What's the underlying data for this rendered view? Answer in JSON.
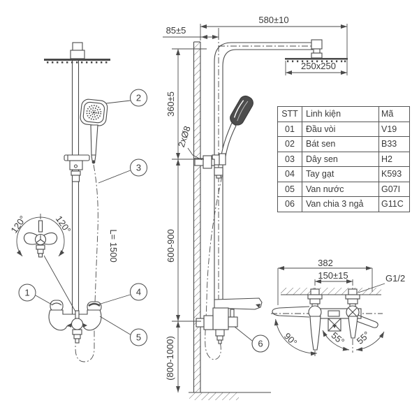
{
  "table": {
    "headers": [
      "STT",
      "Linh kiện",
      "Mã"
    ],
    "rows": [
      {
        "stt": "01",
        "part": "Đầu vòi",
        "code": "V19"
      },
      {
        "stt": "02",
        "part": "Bát sen",
        "code": "B33"
      },
      {
        "stt": "03",
        "part": "Dây sen",
        "code": "H2"
      },
      {
        "stt": "04",
        "part": "Tay gạt",
        "code": "K593"
      },
      {
        "stt": "05",
        "part": "Van nước",
        "code": "G07I"
      },
      {
        "stt": "06",
        "part": "Van chia 3 ngả",
        "code": "G11C"
      }
    ]
  },
  "dimensions": {
    "arm_length": "580±10",
    "wall_offset": "85±5",
    "head_size": "250x250",
    "upper_height": "360±5",
    "mount_holes": "2xØ8",
    "bar_range": "600-900",
    "install_height": "(800-1000)",
    "hose_length": "L= 1500",
    "detail_width": "382",
    "inlet_spacing": "150±15",
    "thread_size": "G1/2"
  },
  "angles": {
    "divert_left": "120°",
    "divert_right": "120°",
    "lever_swing": "90°",
    "handle_left": "55°",
    "handle_right": "55°"
  },
  "callouts": [
    "1",
    "2",
    "3",
    "4",
    "5",
    "6"
  ],
  "colors": {
    "line": "#4a4a4a",
    "text": "#3a3a3a",
    "background": "#ffffff",
    "dark_fill": "#4d4d4d"
  }
}
